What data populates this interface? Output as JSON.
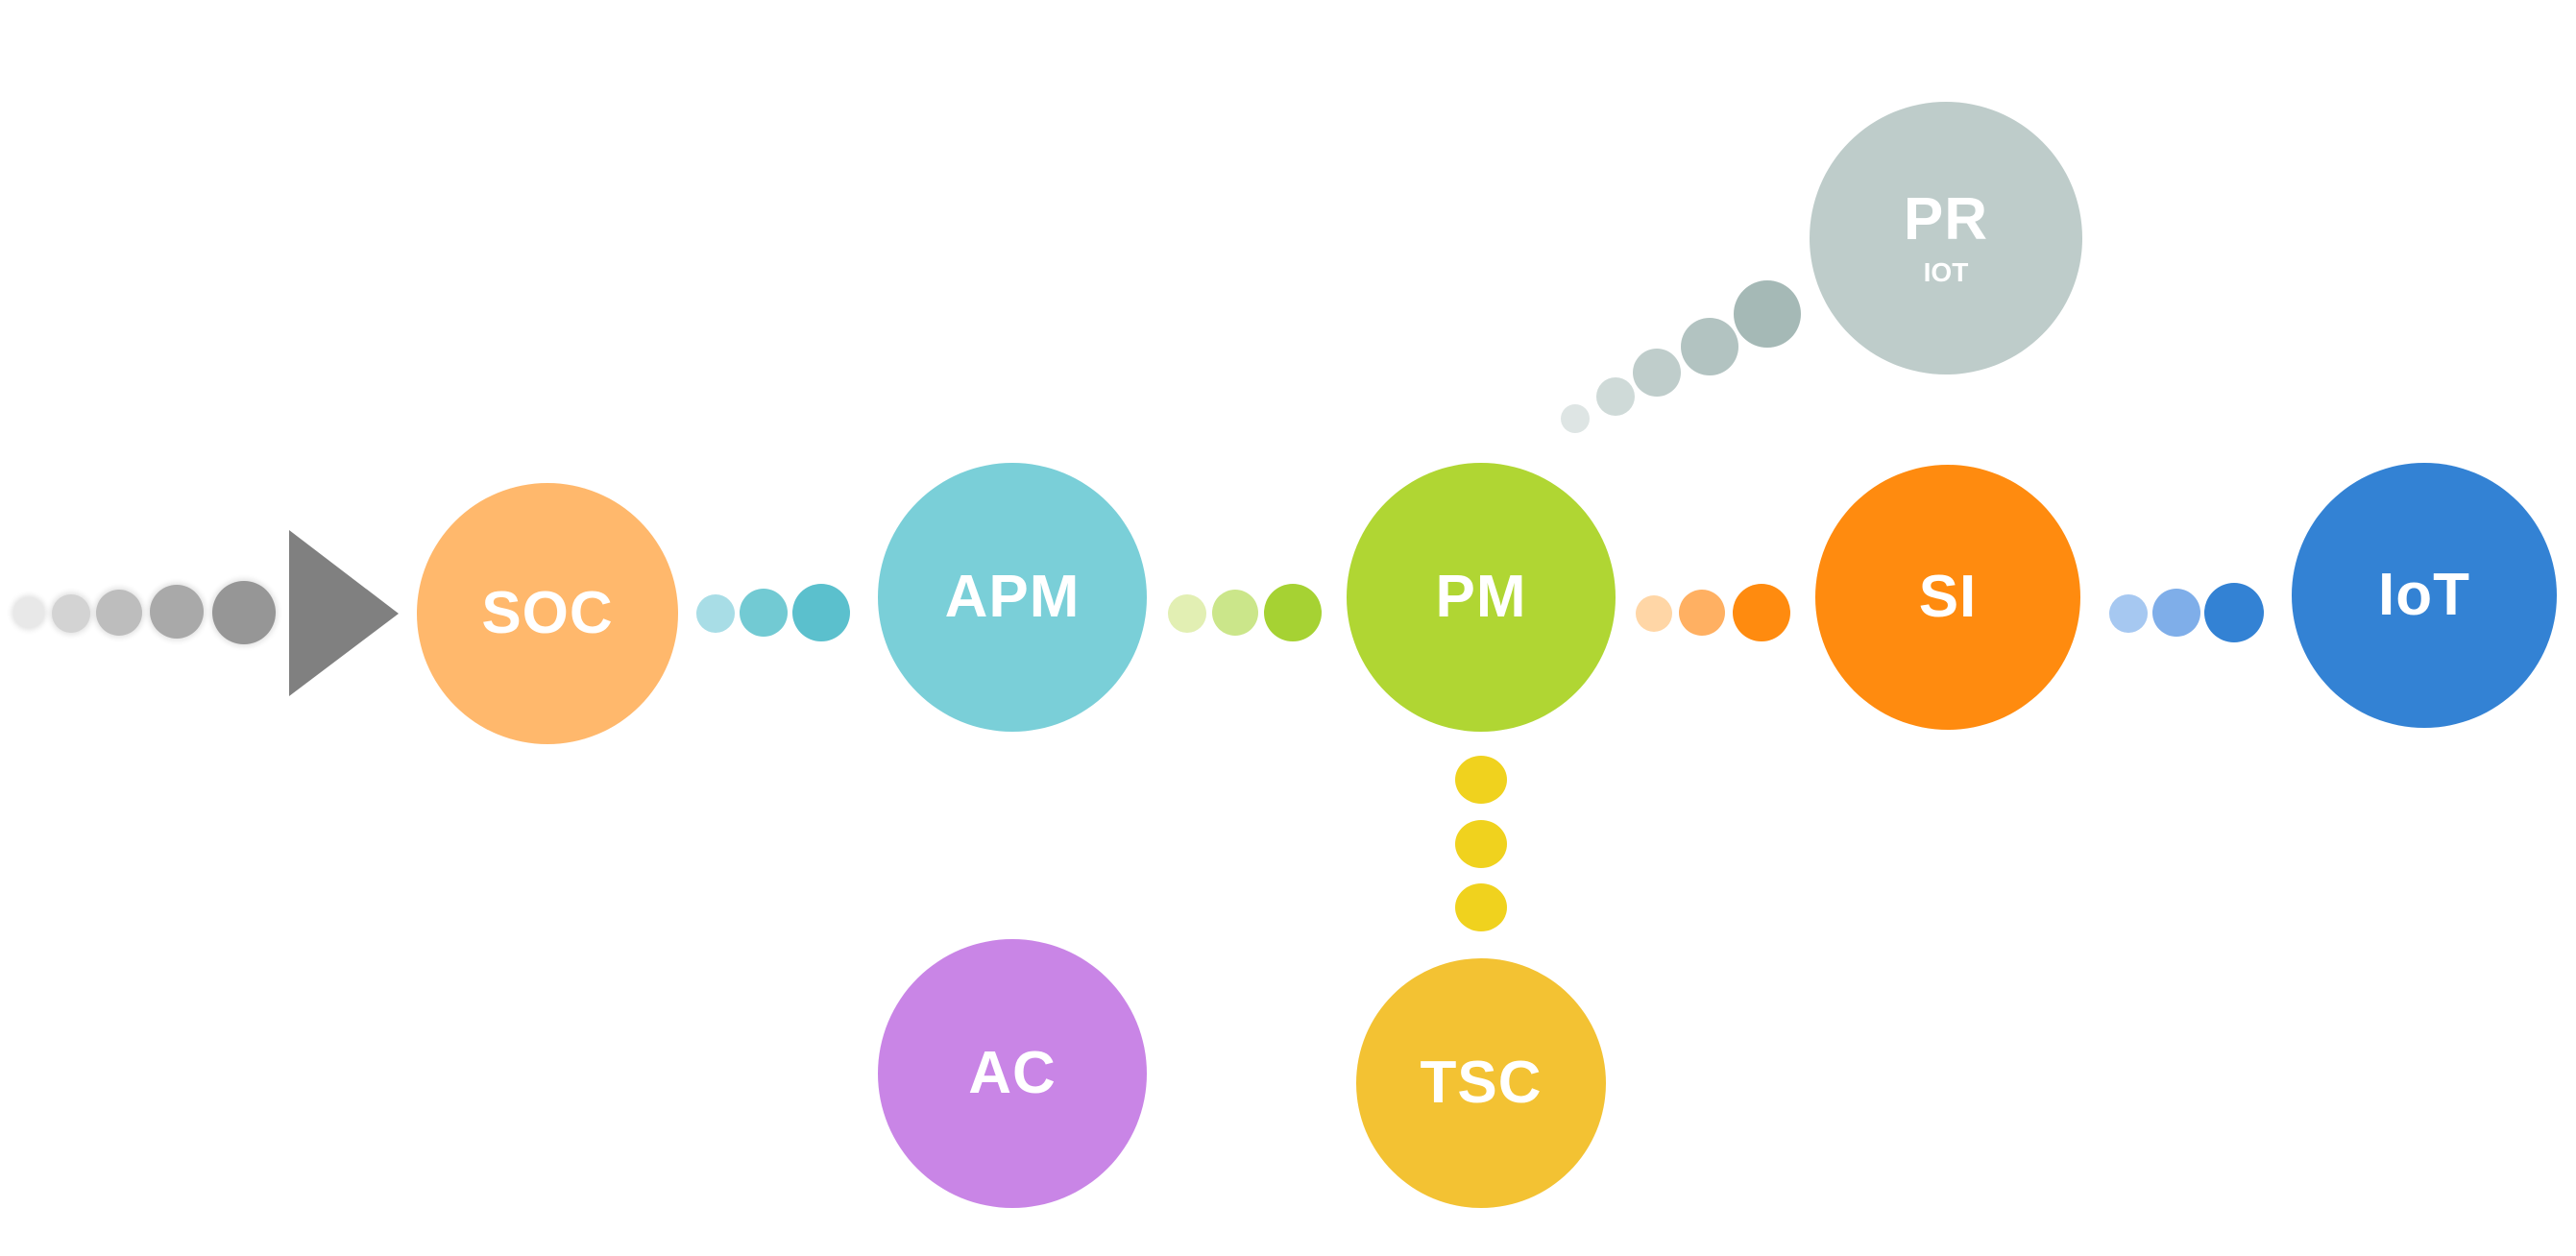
{
  "diagram": {
    "nodes": {
      "soc": {
        "label": "SOC",
        "color": "#FFB86C"
      },
      "apm": {
        "label": "APM",
        "color": "#7ACFD8"
      },
      "pm": {
        "label": "PM",
        "color": "#B0D633"
      },
      "si": {
        "label": "SI",
        "color": "#FF8B0F"
      },
      "iot": {
        "label": "IoT",
        "color": "#3382D4"
      },
      "pr": {
        "label": "PR",
        "sublabel": "IOT",
        "color": "#BECCCA"
      },
      "ac": {
        "label": "AC",
        "color": "#C985E6"
      },
      "tsc": {
        "label": "TSC",
        "color": "#F3C233"
      }
    },
    "connectors": {
      "entry": {
        "colors": [
          "#E8E8E8",
          "#D3D3D3",
          "#BDBDBD",
          "#A9A9A9",
          "#969696"
        ]
      },
      "soc_apm": {
        "colors": [
          "#A8DDE6",
          "#72CAD3",
          "#5BC0CD"
        ]
      },
      "apm_pm": {
        "colors": [
          "#E2EFB3",
          "#CBE68A",
          "#A6D233"
        ]
      },
      "pm_si": {
        "colors": [
          "#FFD6A6",
          "#FFB062",
          "#FF8B0F"
        ]
      },
      "si_iot": {
        "colors": [
          "#A6C8F1",
          "#7FAEE9",
          "#3382D4"
        ]
      },
      "pm_pr": {
        "colors": [
          "#DEE5E4",
          "#CFDAD8",
          "#BFCDCB",
          "#B2C3C1",
          "#A5B9B6"
        ]
      },
      "pm_tsc": {
        "colors": [
          "#F0D21E",
          "#F0D21E",
          "#F0D21E"
        ]
      }
    },
    "entry_arrow": {
      "color": "#808080"
    }
  }
}
